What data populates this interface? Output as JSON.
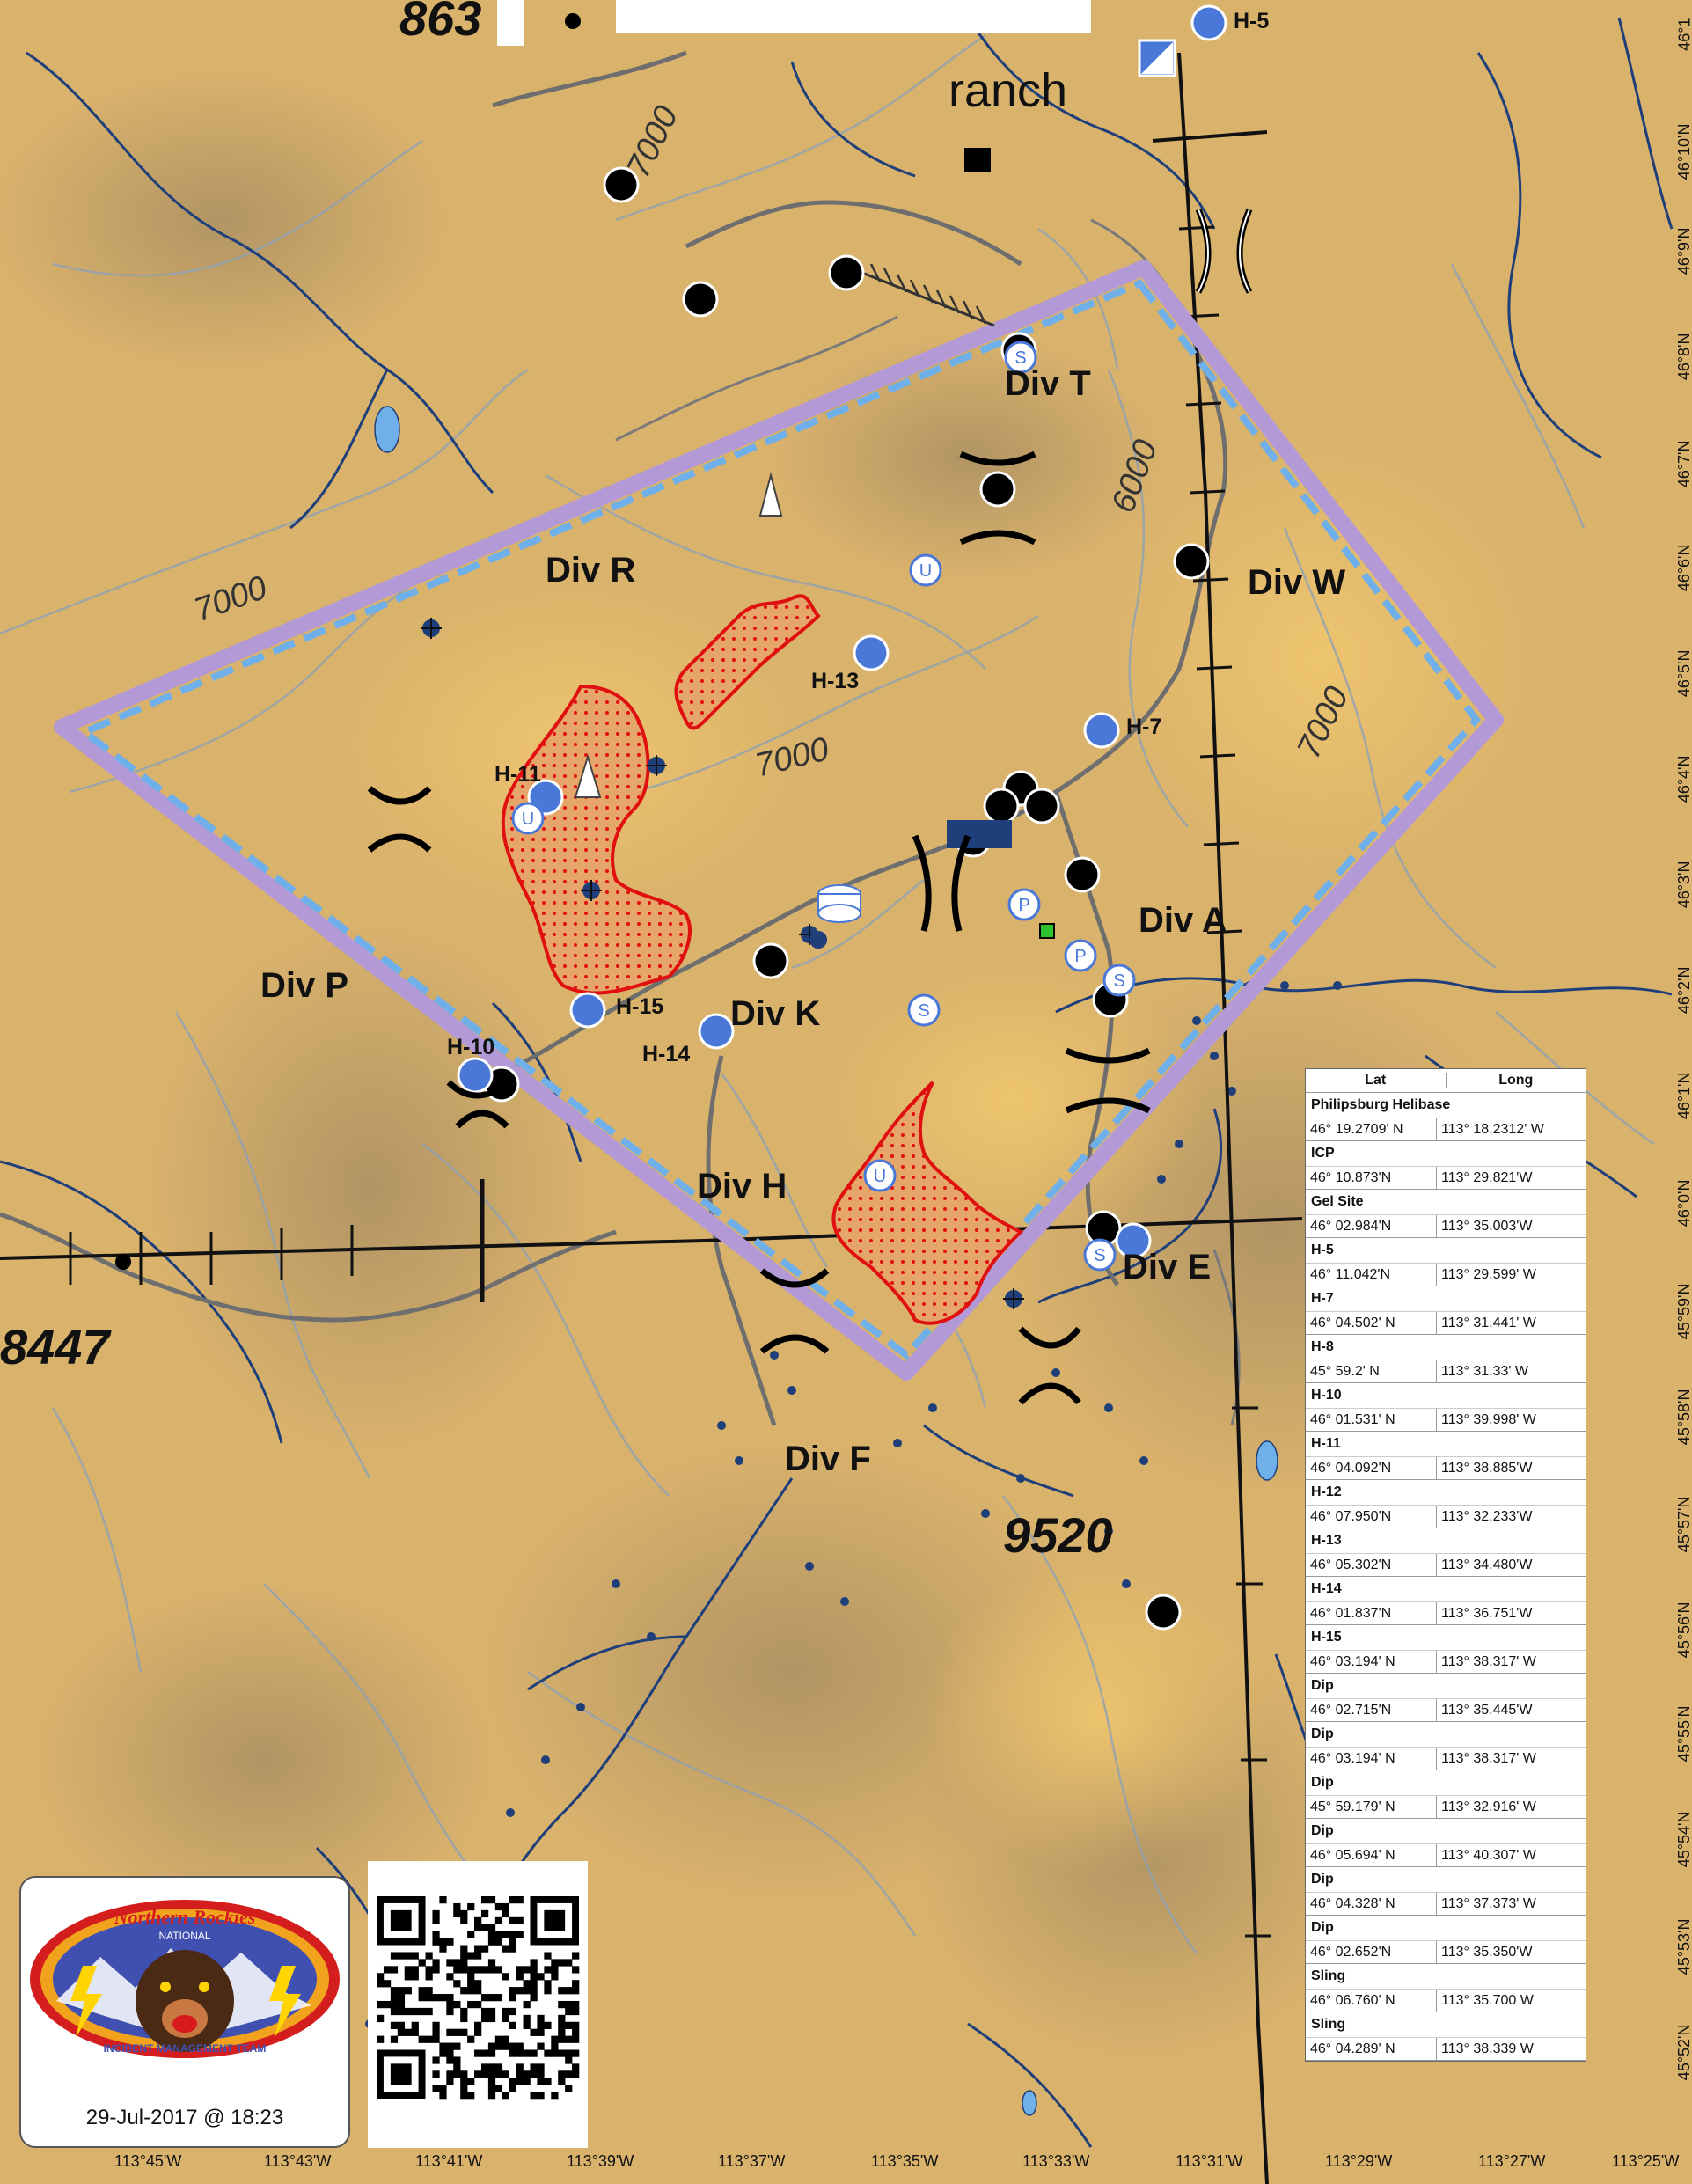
{
  "map": {
    "divisions": [
      {
        "id": "R",
        "label": "Div R"
      },
      {
        "id": "T",
        "label": "Div T"
      },
      {
        "id": "W",
        "label": "Div W"
      },
      {
        "id": "A",
        "label": "Div A"
      },
      {
        "id": "K",
        "label": "Div K"
      },
      {
        "id": "P",
        "label": "Div P"
      },
      {
        "id": "H",
        "label": "Div H"
      },
      {
        "id": "E",
        "label": "Div E"
      },
      {
        "id": "F",
        "label": "Div F"
      }
    ],
    "helispots": [
      "H-5",
      "H-7",
      "H-10",
      "H-11",
      "H-13",
      "H-14",
      "H-15"
    ],
    "elevation_labels": [
      "863",
      "8447",
      "9520",
      "7000",
      "7000",
      "7000",
      "7000",
      "6000"
    ],
    "place_labels": [
      "ranch"
    ],
    "lat_ticks": [
      "46°1",
      "46°10'N",
      "46°9'N",
      "46°8'N",
      "46°7'N",
      "46°6'N",
      "46°5'N",
      "46°4'N",
      "46°3'N",
      "46°2'N",
      "46°1'N",
      "46°0'N",
      "45°59'N",
      "45°58'N",
      "45°57'N",
      "45°56'N",
      "45°55'N",
      "45°54'N",
      "45°53'N",
      "45°52'N"
    ],
    "lon_ticks": [
      "113°45'W",
      "113°43'W",
      "113°41'W",
      "113°39'W",
      "113°37'W",
      "113°35'W",
      "113°33'W",
      "113°31'W",
      "113°29'W",
      "113°27'W",
      "113°25'W"
    ],
    "colors": {
      "terrain": "#d9b26c",
      "fire_perimeter": "#e01010",
      "division_boundary": "#b39ad6",
      "control_line": "#6fb0ea",
      "water": "#1f3f7a",
      "road": "#6e6e6e",
      "helispot": "#4a78d8"
    }
  },
  "coordinates_table": {
    "headers": [
      "Lat",
      "Long"
    ],
    "groups": [
      {
        "name": "Philipsburg Helibase",
        "lat": "46° 19.2709' N",
        "long": "113° 18.2312' W"
      },
      {
        "name": "ICP",
        "lat": "46° 10.873'N",
        "long": "113° 29.821'W"
      },
      {
        "name": "Gel Site",
        "lat": "46° 02.984'N",
        "long": "113° 35.003'W"
      },
      {
        "name": "H-5",
        "lat": "46° 11.042'N",
        "long": "113° 29.599' W"
      },
      {
        "name": "H-7",
        "lat": "46° 04.502' N",
        "long": "113° 31.441' W"
      },
      {
        "name": "H-8",
        "lat": "45° 59.2' N",
        "long": "113° 31.33' W"
      },
      {
        "name": "H-10",
        "lat": "46° 01.531' N",
        "long": "113° 39.998' W"
      },
      {
        "name": "H-11",
        "lat": "46° 04.092'N",
        "long": "113° 38.885'W"
      },
      {
        "name": "H-12",
        "lat": "46° 07.950'N",
        "long": "113° 32.233'W"
      },
      {
        "name": "H-13",
        "lat": "46° 05.302'N",
        "long": "113° 34.480'W"
      },
      {
        "name": "H-14",
        "lat": "46° 01.837'N",
        "long": "113° 36.751'W"
      },
      {
        "name": "H-15",
        "lat": "46° 03.194' N",
        "long": "113° 38.317' W"
      },
      {
        "name": "Dip",
        "lat": "46° 02.715'N",
        "long": "113° 35.445'W"
      },
      {
        "name": "Dip",
        "lat": "46° 03.194' N",
        "long": "113° 38.317' W"
      },
      {
        "name": "Dip",
        "lat": "45° 59.179' N",
        "long": "113° 32.916' W"
      },
      {
        "name": "Dip",
        "lat": "46° 05.694' N",
        "long": "113° 40.307' W"
      },
      {
        "name": "Dip",
        "lat": "46° 04.328' N",
        "long": "113° 37.373' W"
      },
      {
        "name": "Dip",
        "lat": "46° 02.652'N",
        "long": "113° 35.350'W"
      },
      {
        "name": "Sling",
        "lat": "46° 06.760' N",
        "long": "113° 35.700 W"
      },
      {
        "name": "Sling",
        "lat": "46° 04.289' N",
        "long": "113° 38.339 W"
      }
    ]
  },
  "logo": {
    "top_text": "Northern Rockies",
    "sub_text": "NATIONAL",
    "bottom_text": "INCIDENT MANAGEMENT TEAM",
    "date": "29-Jul-2017 @ 18:23"
  }
}
